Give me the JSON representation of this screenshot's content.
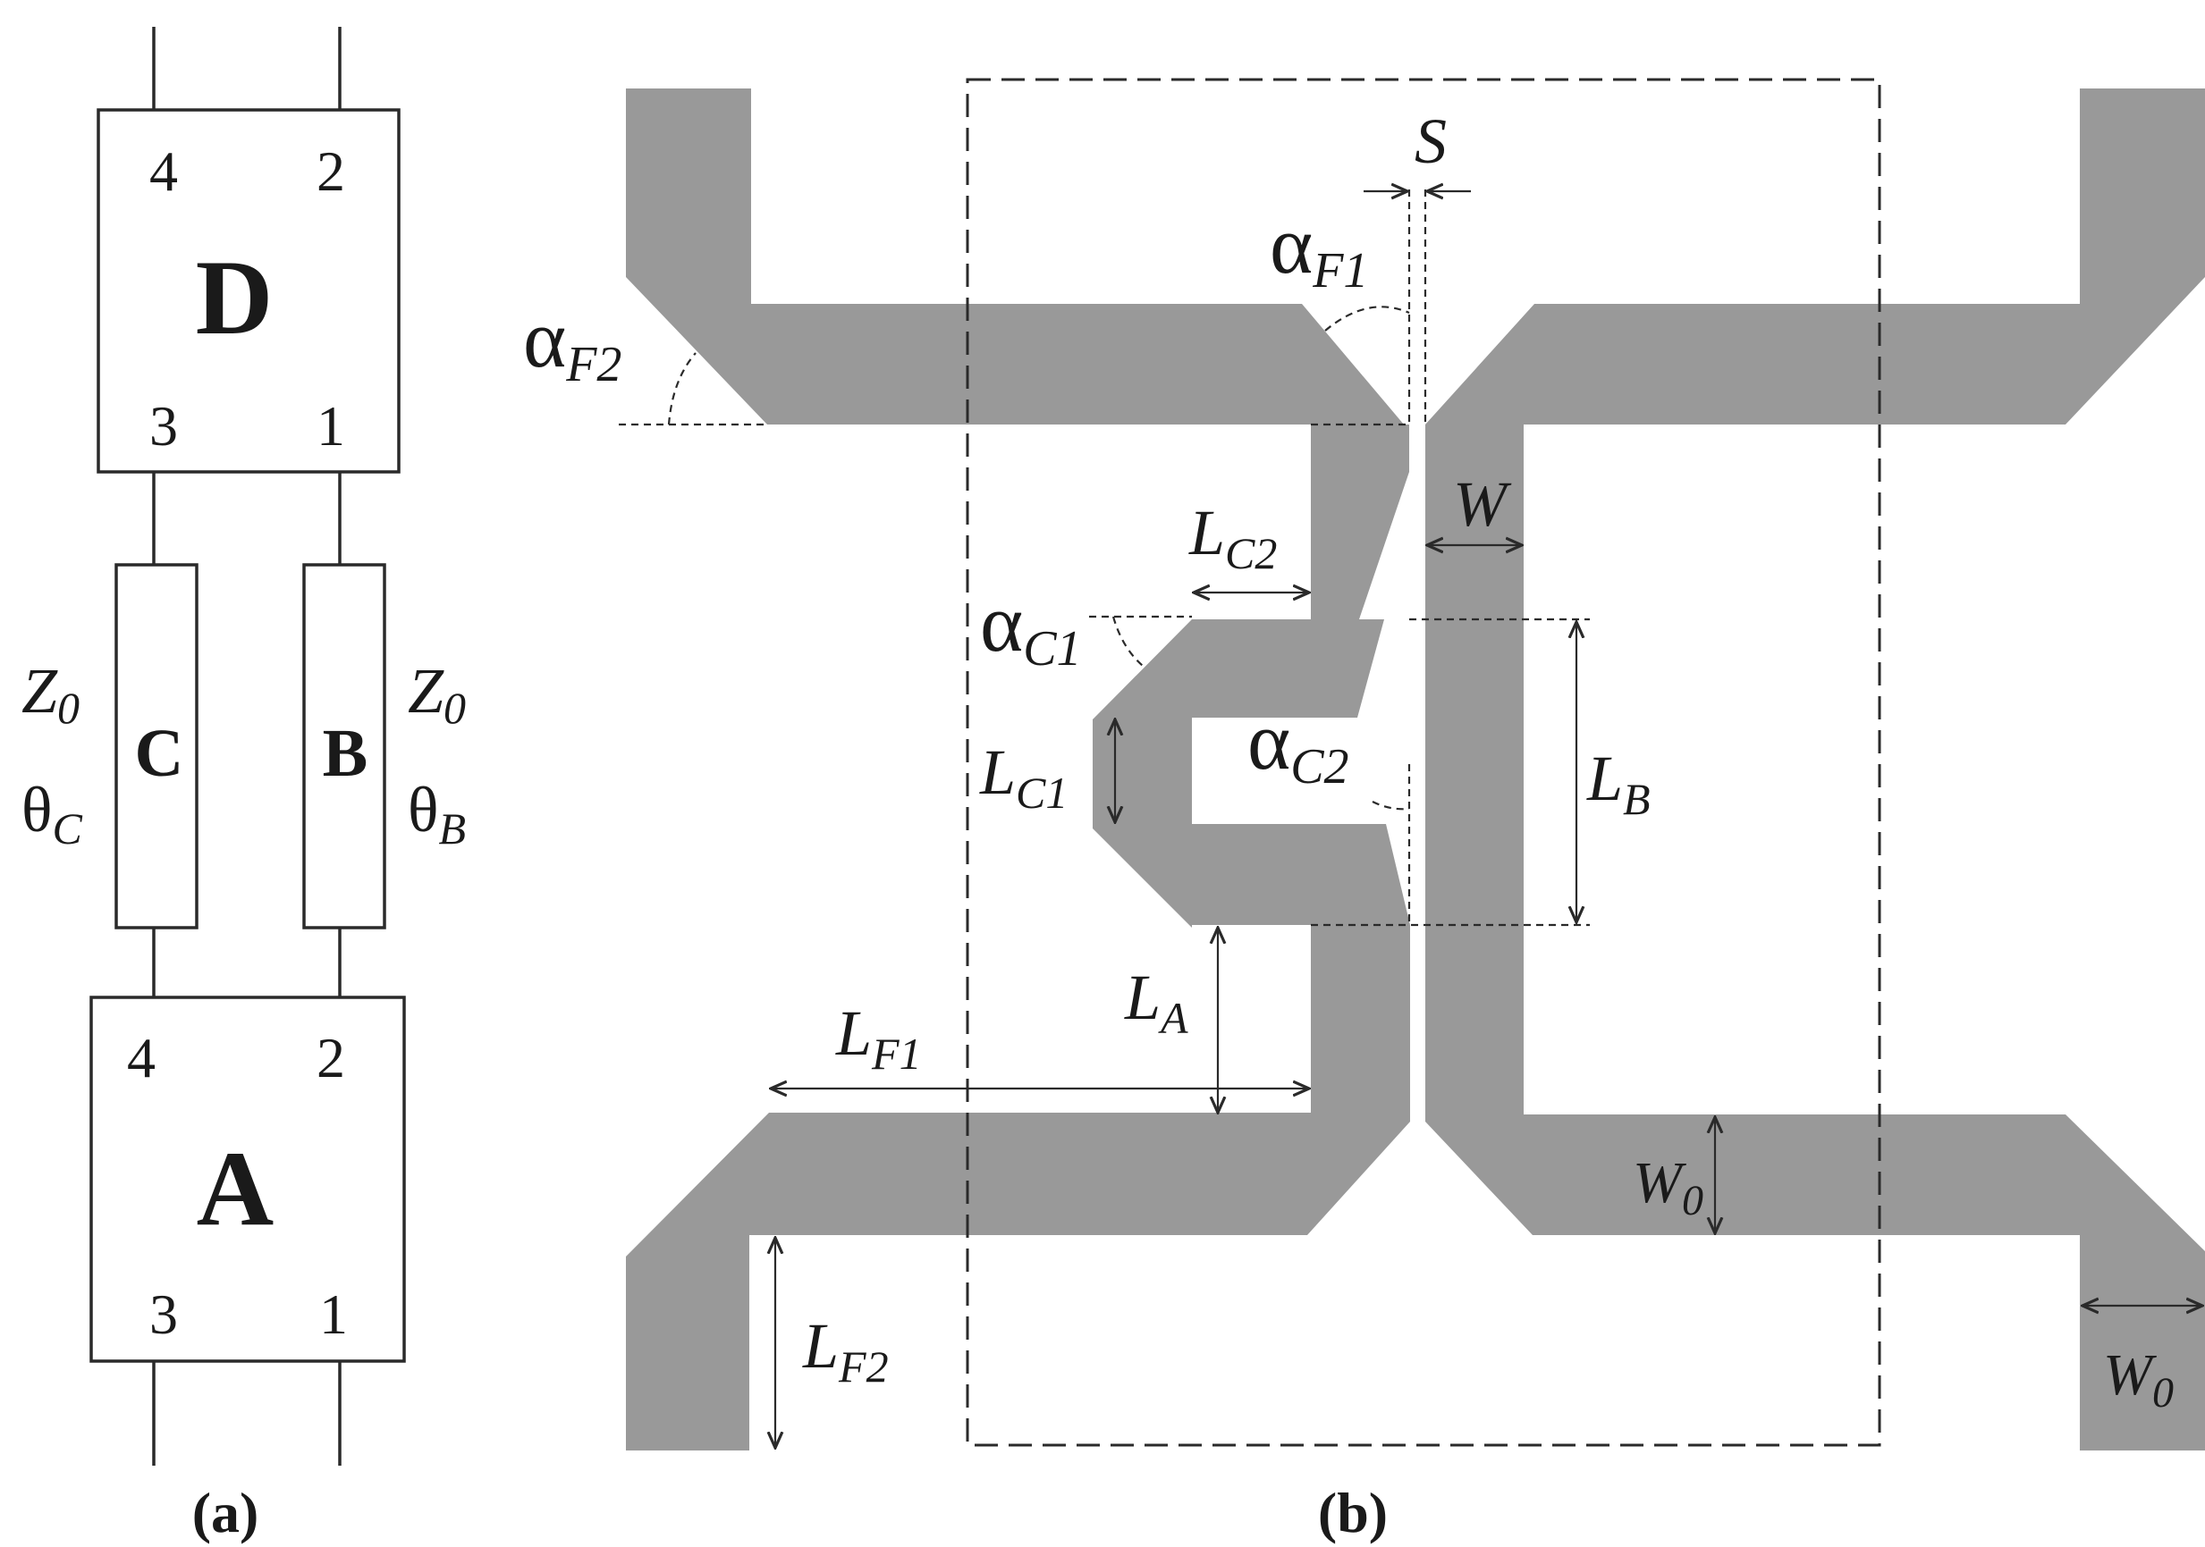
{
  "panel_a": {
    "caption": "(a)",
    "blocks": {
      "D": {
        "label": "D",
        "ports": [
          "4",
          "2",
          "3",
          "1"
        ]
      },
      "A": {
        "label": "A",
        "ports": [
          "4",
          "2",
          "3",
          "1"
        ]
      },
      "C": {
        "label": "C"
      },
      "B": {
        "label": "B"
      }
    },
    "line_params": {
      "c_impedance": {
        "base": "Z",
        "sub": "0"
      },
      "c_angle": {
        "base": "θ",
        "sub": "C"
      },
      "b_impedance": {
        "base": "Z",
        "sub": "0"
      },
      "b_angle": {
        "base": "θ",
        "sub": "B"
      }
    }
  },
  "panel_b": {
    "caption": "(b)",
    "colors": {
      "trace": "#999999",
      "line": "#2a2a2a"
    },
    "labels": {
      "S": {
        "base": "S",
        "sub": ""
      },
      "alpha_F1": {
        "base": "α",
        "sub": "F1"
      },
      "alpha_F2": {
        "base": "α",
        "sub": "F2"
      },
      "W": {
        "base": "W",
        "sub": ""
      },
      "L_C2": {
        "base": "L",
        "sub": "C2"
      },
      "alpha_C1": {
        "base": "α",
        "sub": "C1"
      },
      "L_C1": {
        "base": "L",
        "sub": "C1"
      },
      "alpha_C2": {
        "base": "α",
        "sub": "C2"
      },
      "L_B": {
        "base": "L",
        "sub": "B"
      },
      "L_A": {
        "base": "L",
        "sub": "A"
      },
      "L_F1": {
        "base": "L",
        "sub": "F1"
      },
      "L_F2": {
        "base": "L",
        "sub": "F2"
      },
      "W0_center": {
        "base": "W",
        "sub": "0"
      },
      "W0_right": {
        "base": "W",
        "sub": "0"
      }
    }
  }
}
